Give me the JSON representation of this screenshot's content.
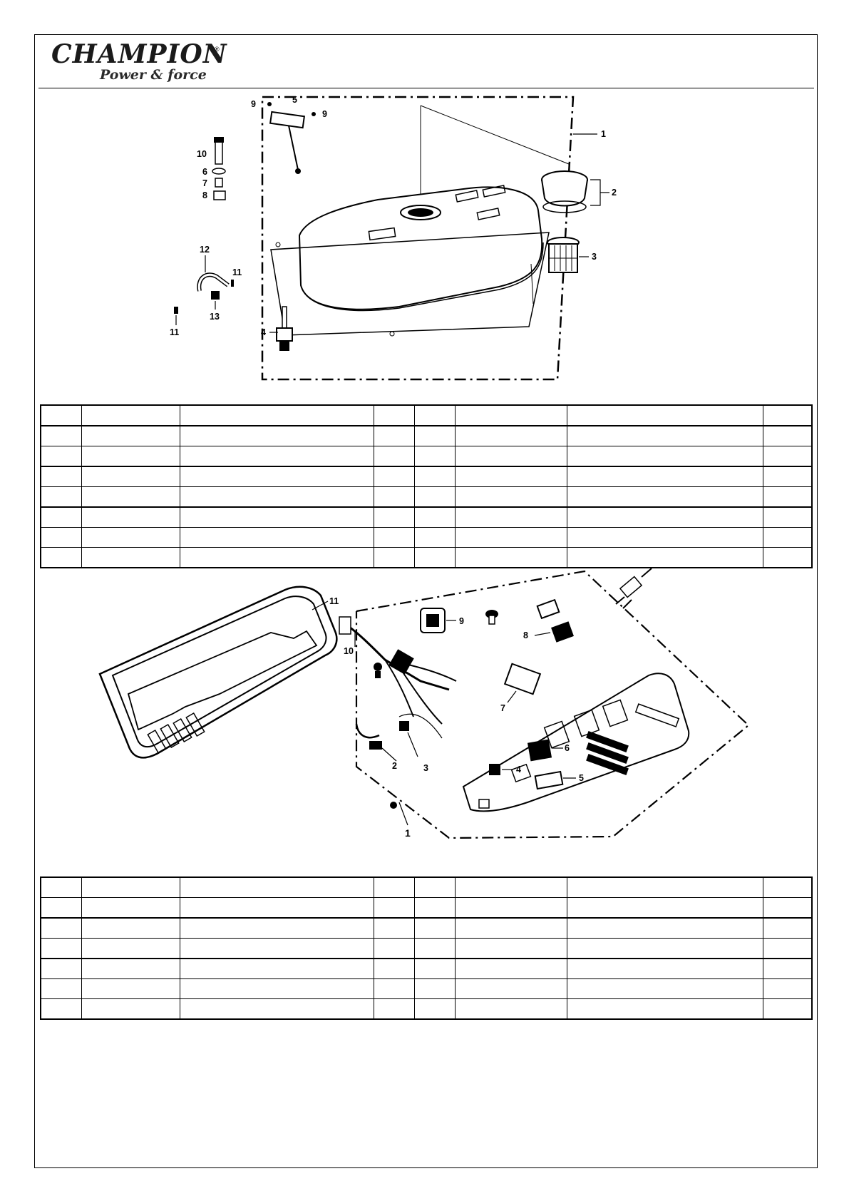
{
  "header": {
    "brand": "CHAMPION",
    "registered_mark": "®",
    "tagline": "Power & force"
  },
  "diagram_top": {
    "callouts": [
      "1",
      "2",
      "3",
      "4",
      "5",
      "6",
      "7",
      "8",
      "9",
      "9",
      "10",
      "11",
      "11",
      "12",
      "13"
    ]
  },
  "diagram_bottom": {
    "callouts": [
      "1",
      "2",
      "3",
      "4",
      "5",
      "6",
      "7",
      "8",
      "9",
      "10",
      "11"
    ]
  },
  "table_top": {
    "rows": 8,
    "columns": 8
  },
  "table_bottom": {
    "rows": 7,
    "columns": 8
  }
}
